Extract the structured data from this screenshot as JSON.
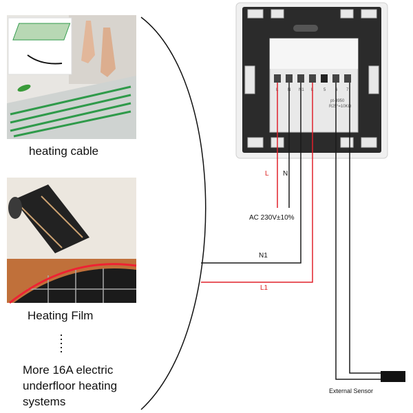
{
  "items": {
    "cable": "heating cable",
    "film": "Heating Film",
    "more": [
      "More 16A electric",
      "underfloor heating",
      "systems"
    ]
  },
  "wiring": {
    "L": "L",
    "N": "N",
    "supply": "AC 230V±10%",
    "N1": "N1",
    "L1": "L1",
    "sensor": "External Sensor"
  },
  "colors": {
    "red_wire": "#e0202a",
    "black_wire": "#1a1a1a",
    "panel": "#2b2b2b"
  }
}
